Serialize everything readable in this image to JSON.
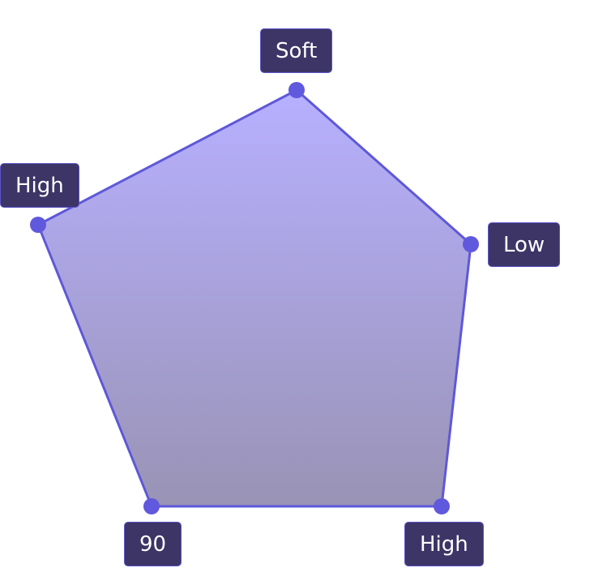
{
  "chart_data": {
    "type": "radar",
    "vertex_labels": [
      "Soft",
      "Low",
      "High",
      "90",
      "High"
    ],
    "colors": {
      "fill_top": "#b7b0ff",
      "fill_bottom": "#9993b5",
      "stroke": "#5e58d8",
      "point": "#6058dd",
      "label_bg": "#3c3566",
      "label_text": "#ffffff"
    }
  }
}
